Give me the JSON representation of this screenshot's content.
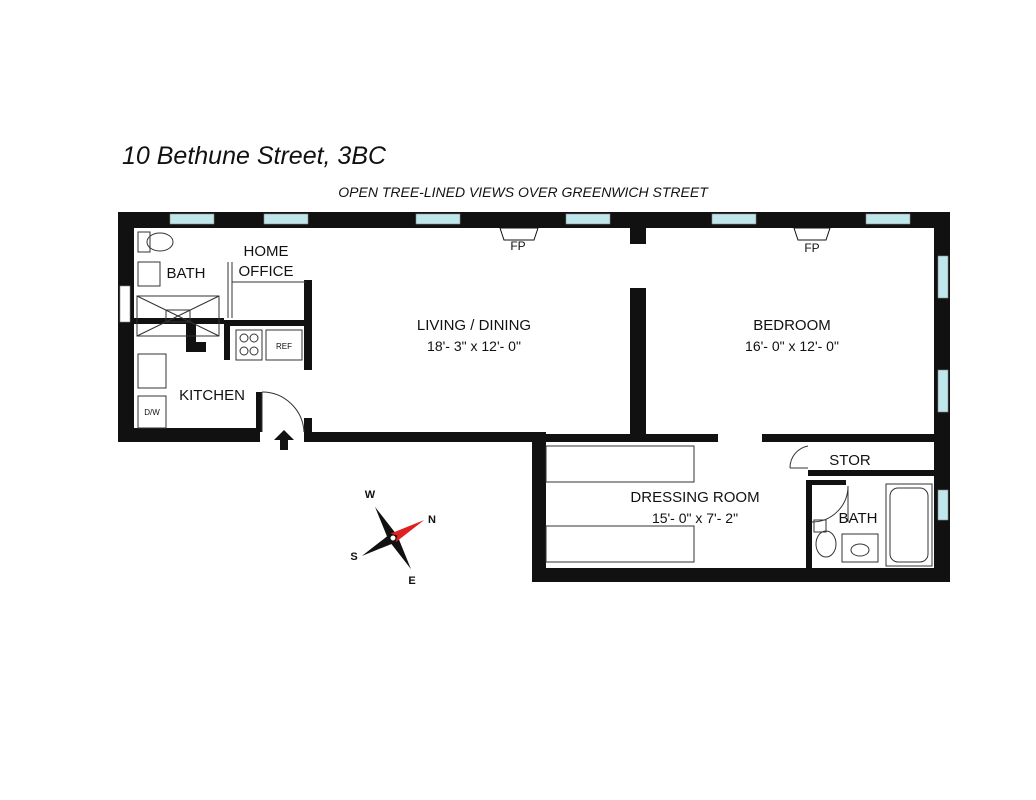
{
  "title": "10 Bethune Street, 3BC",
  "subtitle": "OPEN TREE-LINED VIEWS OVER GREENWICH STREET",
  "rooms": {
    "bath_left": "BATH",
    "home_office_line1": "HOME",
    "home_office_line2": "OFFICE",
    "kitchen": "KITCHEN",
    "living_name": "LIVING / DINING",
    "living_dims": "18'- 3\" x 12'- 0\"",
    "bedroom_name": "BEDROOM",
    "bedroom_dims": "16'- 0\" x 12'- 0\"",
    "dressing_name": "DRESSING ROOM",
    "dressing_dims": "15'- 0\" x 7'- 2\"",
    "stor": "STOR",
    "bath_right": "BATH"
  },
  "fixtures": {
    "fp_living": "FP",
    "fp_bedroom": "FP",
    "ref": "REF",
    "dw": "D/W"
  },
  "compass": {
    "n": "N",
    "s": "S",
    "e": "E",
    "w": "W"
  },
  "colors": {
    "wall": "#111111",
    "window": "#bfe6ea",
    "compass_north": "#e02020",
    "background": "#ffffff"
  }
}
